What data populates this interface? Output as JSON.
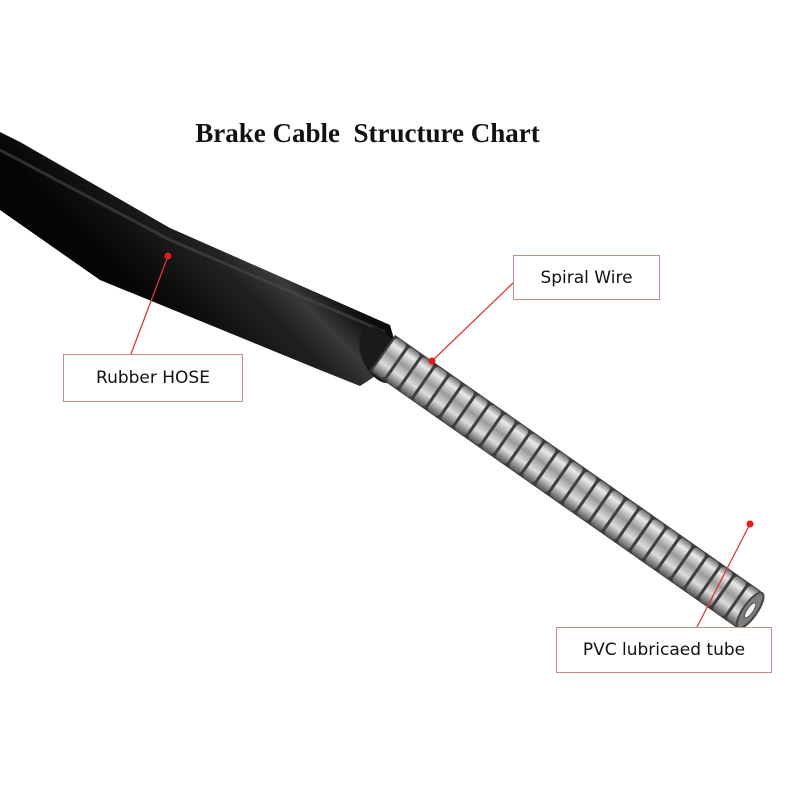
{
  "title": "Brake Cable  Structure Chart",
  "labels": {
    "spiral_wire": "Spiral Wire",
    "rubber_hose": "Rubber HOSE",
    "pvc_tube": "PVC lubricaed tube"
  },
  "colors": {
    "hose": "#111111",
    "leader_line": "#d43a3a",
    "callout_border": "#c98a8a"
  }
}
